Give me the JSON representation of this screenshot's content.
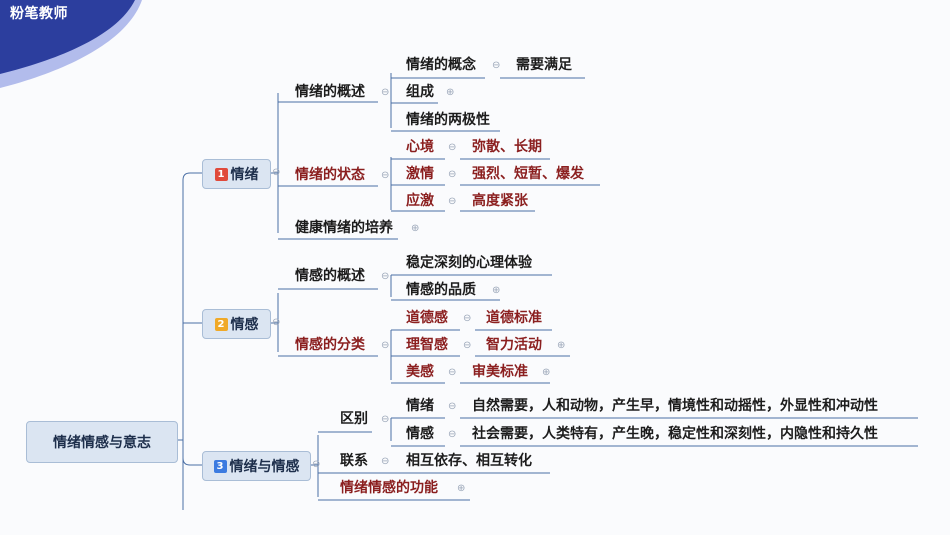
{
  "brand": {
    "name": "粉笔教师",
    "colors": {
      "primary": "#2c3e9e",
      "accent": "#5a6fd8"
    }
  },
  "root": {
    "label": "情绪情感与意志"
  },
  "sections": [
    {
      "num": "1",
      "label": "情绪",
      "badge_color": "#e04a3b"
    },
    {
      "num": "2",
      "label": "情感",
      "badge_color": "#f0a928"
    },
    {
      "num": "3",
      "label": "情绪与情感",
      "badge_color": "#3c7be0"
    }
  ],
  "nodes": {
    "n1_overview": "情绪的概述",
    "n1_concept": "情绪的概念",
    "n1_concept_val": "需要满足",
    "n1_comp": "组成",
    "n1_bipolar": "情绪的两极性",
    "n1_state": "情绪的状态",
    "n1_mood": "心境",
    "n1_mood_val": "弥散、长期",
    "n1_passion": "激情",
    "n1_passion_val": "强烈、短暂、爆发",
    "n1_stress": "应激",
    "n1_stress_val": "高度紧张",
    "n1_health": "健康情绪的培养",
    "n2_overview": "情感的概述",
    "n2_stable": "稳定深刻的心理体验",
    "n2_quality": "情感的品质",
    "n2_class": "情感的分类",
    "n2_moral": "道德感",
    "n2_moral_val": "道德标准",
    "n2_rational": "理智感",
    "n2_rational_val": "智力活动",
    "n2_aesthetic": "美感",
    "n2_aesthetic_val": "审美标准",
    "n3_diff": "区别",
    "n3_emotion": "情绪",
    "n3_emotion_val": "自然需要，人和动物，产生早，情境性和动摇性，外显性和冲动性",
    "n3_feeling": "情感",
    "n3_feeling_val": "社会需要，人类特有，产生晚，稳定性和深刻性，内隐性和持久性",
    "n3_link": "联系",
    "n3_link_val": "相互依存、相互转化",
    "n3_func": "情绪情感的功能"
  },
  "toggles": {
    "collapse": "⊖",
    "expand": "⊕"
  }
}
